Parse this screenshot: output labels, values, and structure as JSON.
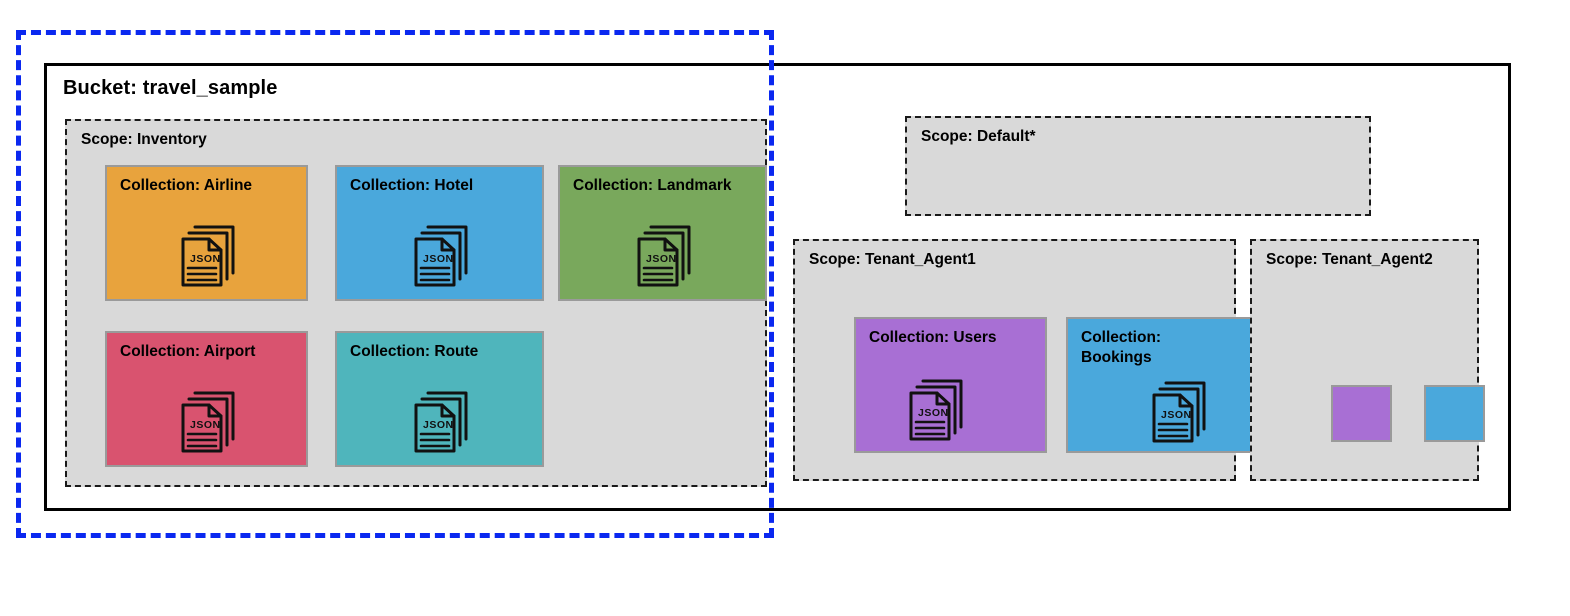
{
  "diagram": {
    "title_text": "Bucket: travel_sample",
    "highlight": {
      "name": "blue-dashed-highlight",
      "color": "#0a28f0"
    },
    "colors": {
      "orange": "#e8a33d",
      "blue": "#4aa8dc",
      "green": "#79a85c",
      "red": "#d9536f",
      "teal": "#4fb5bc",
      "purple": "#a86fd4",
      "scope_fill": "#d9d9d9",
      "bucket_border": "#000000",
      "tile_border": "#9a9a9a"
    },
    "icon_name": "json-documents-icon",
    "icon_text": "JSON"
  },
  "bucket": {
    "label": "Bucket: travel_sample"
  },
  "scopes": [
    {
      "label": "Scope: Inventory"
    },
    {
      "label": "Scope: Default*"
    },
    {
      "label": "Scope: Tenant_Agent1"
    },
    {
      "label": "Scope: Tenant_Agent2"
    }
  ],
  "inventory_collections": [
    {
      "label": "Collection: Airline",
      "color": "#e8a33d",
      "has_icon": true
    },
    {
      "label": "Collection: Hotel",
      "color": "#4aa8dc",
      "has_icon": true
    },
    {
      "label": "Collection: Landmark",
      "color": "#79a85c",
      "has_icon": true
    },
    {
      "label": "Collection: Airport",
      "color": "#d9536f",
      "has_icon": true
    },
    {
      "label": "Collection: Route",
      "color": "#4fb5bc",
      "has_icon": true
    }
  ],
  "tenant1_collections": [
    {
      "label": "Collection: Users",
      "color": "#a86fd4",
      "has_icon": true
    },
    {
      "label": "Collection: Bookings",
      "color": "#4aa8dc",
      "has_icon": true
    }
  ],
  "tenant2_swatches": [
    {
      "label": "",
      "color": "#a86fd4",
      "has_icon": false
    },
    {
      "label": "",
      "color": "#4aa8dc",
      "has_icon": false
    }
  ]
}
